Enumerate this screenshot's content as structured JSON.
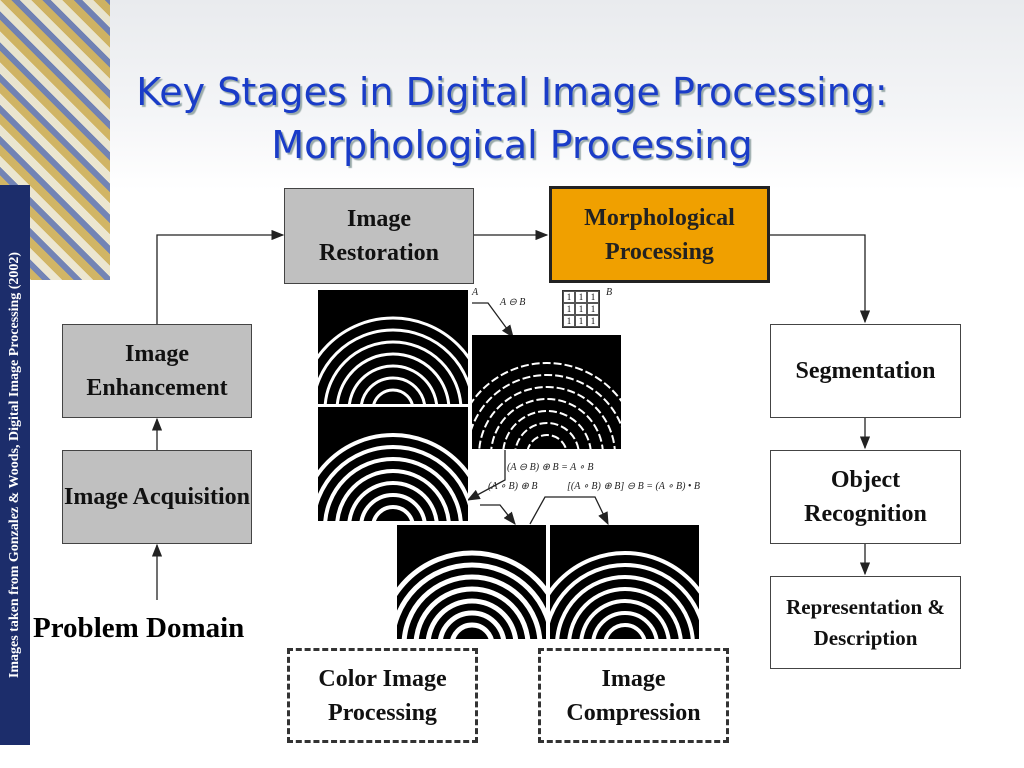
{
  "title": {
    "line1": "Key Stages in Digital Image Processing:",
    "line2": "Morphological Processing"
  },
  "sidebar_credit": "Images taken from Gonzalez & Woods, Digital Image Processing (2002)",
  "stages": {
    "restoration": "Image Restoration",
    "morphological": "Morphological Processing",
    "enhancement": "Image Enhancement",
    "acquisition": "Image Acquisition",
    "segmentation": "Segmentation",
    "object_recognition": "Object Recognition",
    "representation": "Representation & Description",
    "color": "Color Image Processing",
    "compression": "Image Compression"
  },
  "problem_domain": "Problem Domain",
  "figure": {
    "label_a": "A",
    "label_b": "B",
    "erosion": "A ⊖ B",
    "opening": "(A ⊖ B) ⊕ B = A ∘ B",
    "dilate": "(A ∘ B) ⊕ B",
    "closing": "[(A ∘ B) ⊕ B] ⊖ B = (A ∘ B) • B",
    "structuring_element": [
      "1",
      "1",
      "1",
      "1",
      "1",
      "1",
      "1",
      "1",
      "1"
    ]
  },
  "colors": {
    "title": "#1a3cc8",
    "highlight": "#f0a000",
    "box_gray": "#c0c0c0",
    "sidebar": "#1c2d6b"
  }
}
